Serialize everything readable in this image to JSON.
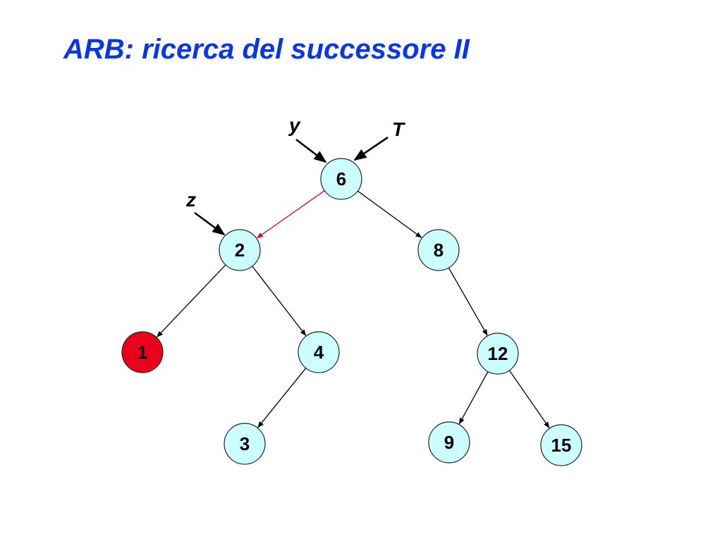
{
  "title": "ARB: ricerca del successore II",
  "colors": {
    "title": "#0a36e6",
    "node_fill": "#ccffff",
    "highlight_node_fill": "#e8001c",
    "edge": "#000000",
    "highlight_edge": "#e8001c"
  },
  "tree": {
    "nodes": [
      {
        "id": "n6",
        "label": "6"
      },
      {
        "id": "n2",
        "label": "2"
      },
      {
        "id": "n8",
        "label": "8"
      },
      {
        "id": "n1",
        "label": "1",
        "highlighted": true
      },
      {
        "id": "n4",
        "label": "4"
      },
      {
        "id": "n12",
        "label": "12"
      },
      {
        "id": "n3",
        "label": "3"
      },
      {
        "id": "n9",
        "label": "9"
      },
      {
        "id": "n15",
        "label": "15"
      }
    ],
    "edges": [
      {
        "from": "n6",
        "to": "n2",
        "highlighted": true
      },
      {
        "from": "n6",
        "to": "n8"
      },
      {
        "from": "n2",
        "to": "n1"
      },
      {
        "from": "n2",
        "to": "n4"
      },
      {
        "from": "n4",
        "to": "n3"
      },
      {
        "from": "n8",
        "to": "n12"
      },
      {
        "from": "n12",
        "to": "n9"
      },
      {
        "from": "n12",
        "to": "n15"
      }
    ],
    "pointers": [
      {
        "id": "ptr-y",
        "label": "y",
        "target": "n6"
      },
      {
        "id": "ptr-T",
        "label": "T",
        "target": "n6"
      },
      {
        "id": "ptr-z",
        "label": "z",
        "target": "n2"
      }
    ]
  }
}
